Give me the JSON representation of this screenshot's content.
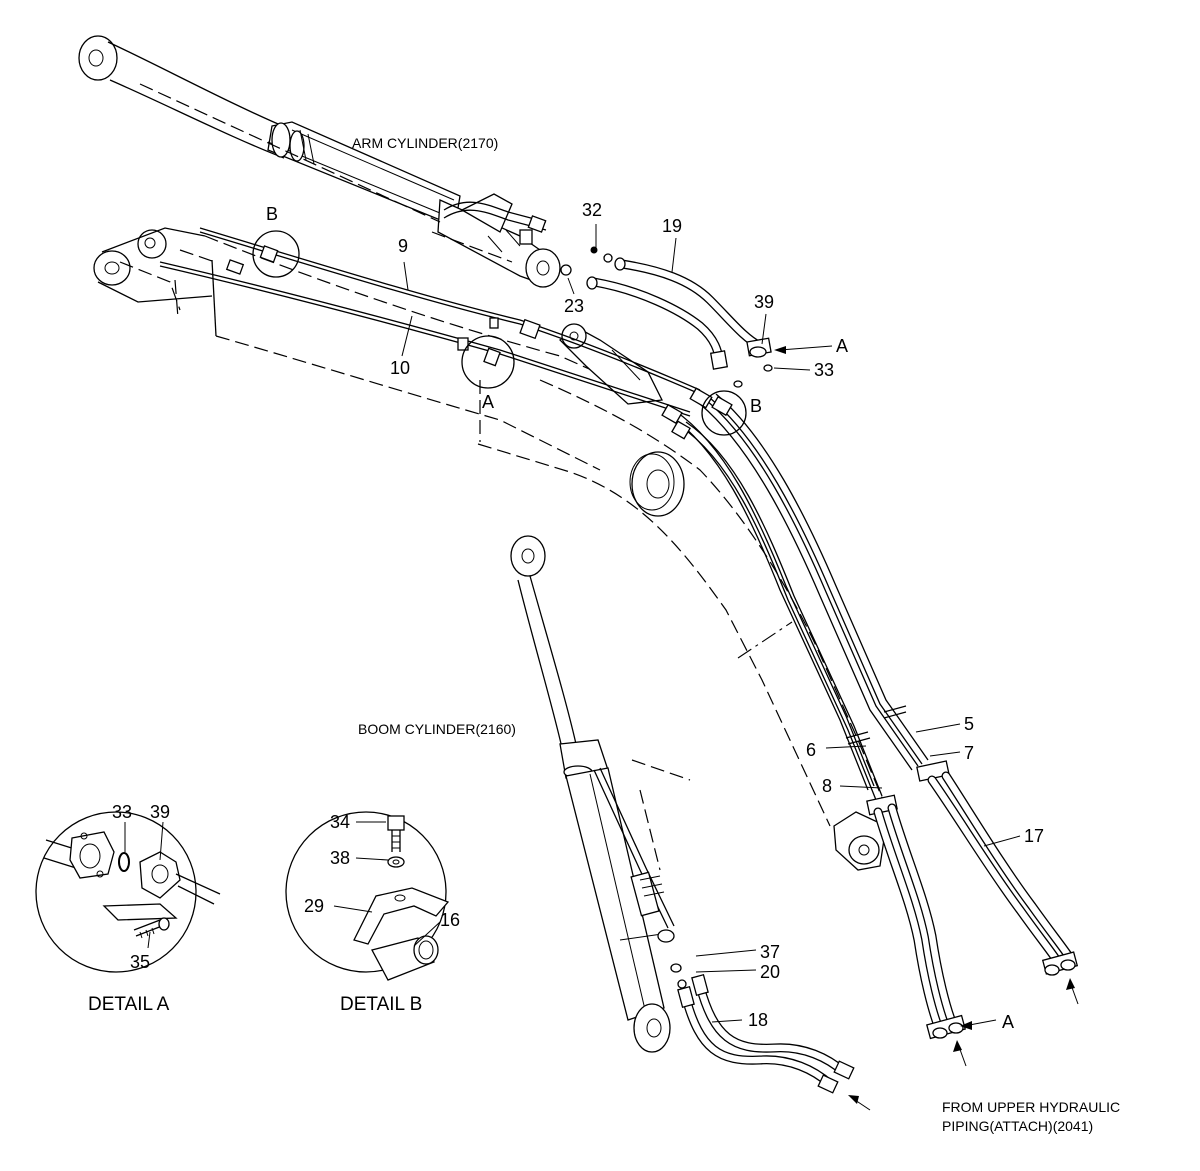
{
  "labels": {
    "arm_cylinder": "ARM CYLINDER(2170)",
    "boom_cylinder": "BOOM CYLINDER(2160)",
    "from_upper_line1": "FROM UPPER HYDRAULIC",
    "from_upper_line2": "PIPING(ATTACH)(2041)",
    "detail_a": "DETAIL A",
    "detail_b": "DETAIL B"
  },
  "callouts": {
    "p5": "5",
    "p6": "6",
    "p7": "7",
    "p8": "8",
    "p9": "9",
    "p10": "10",
    "p16": "16",
    "p17": "17",
    "p18": "18",
    "p19": "19",
    "p20": "20",
    "p23": "23",
    "p29": "29",
    "p32": "32",
    "p33": "33",
    "p33d": "33",
    "p34": "34",
    "p35": "35",
    "p37": "37",
    "p38": "38",
    "p39": "39",
    "p39d": "39"
  },
  "markers": {
    "a_top_circle": "A",
    "a_top_flange": "A",
    "a_bottom": "A",
    "b_top": "B",
    "b_right": "B"
  }
}
